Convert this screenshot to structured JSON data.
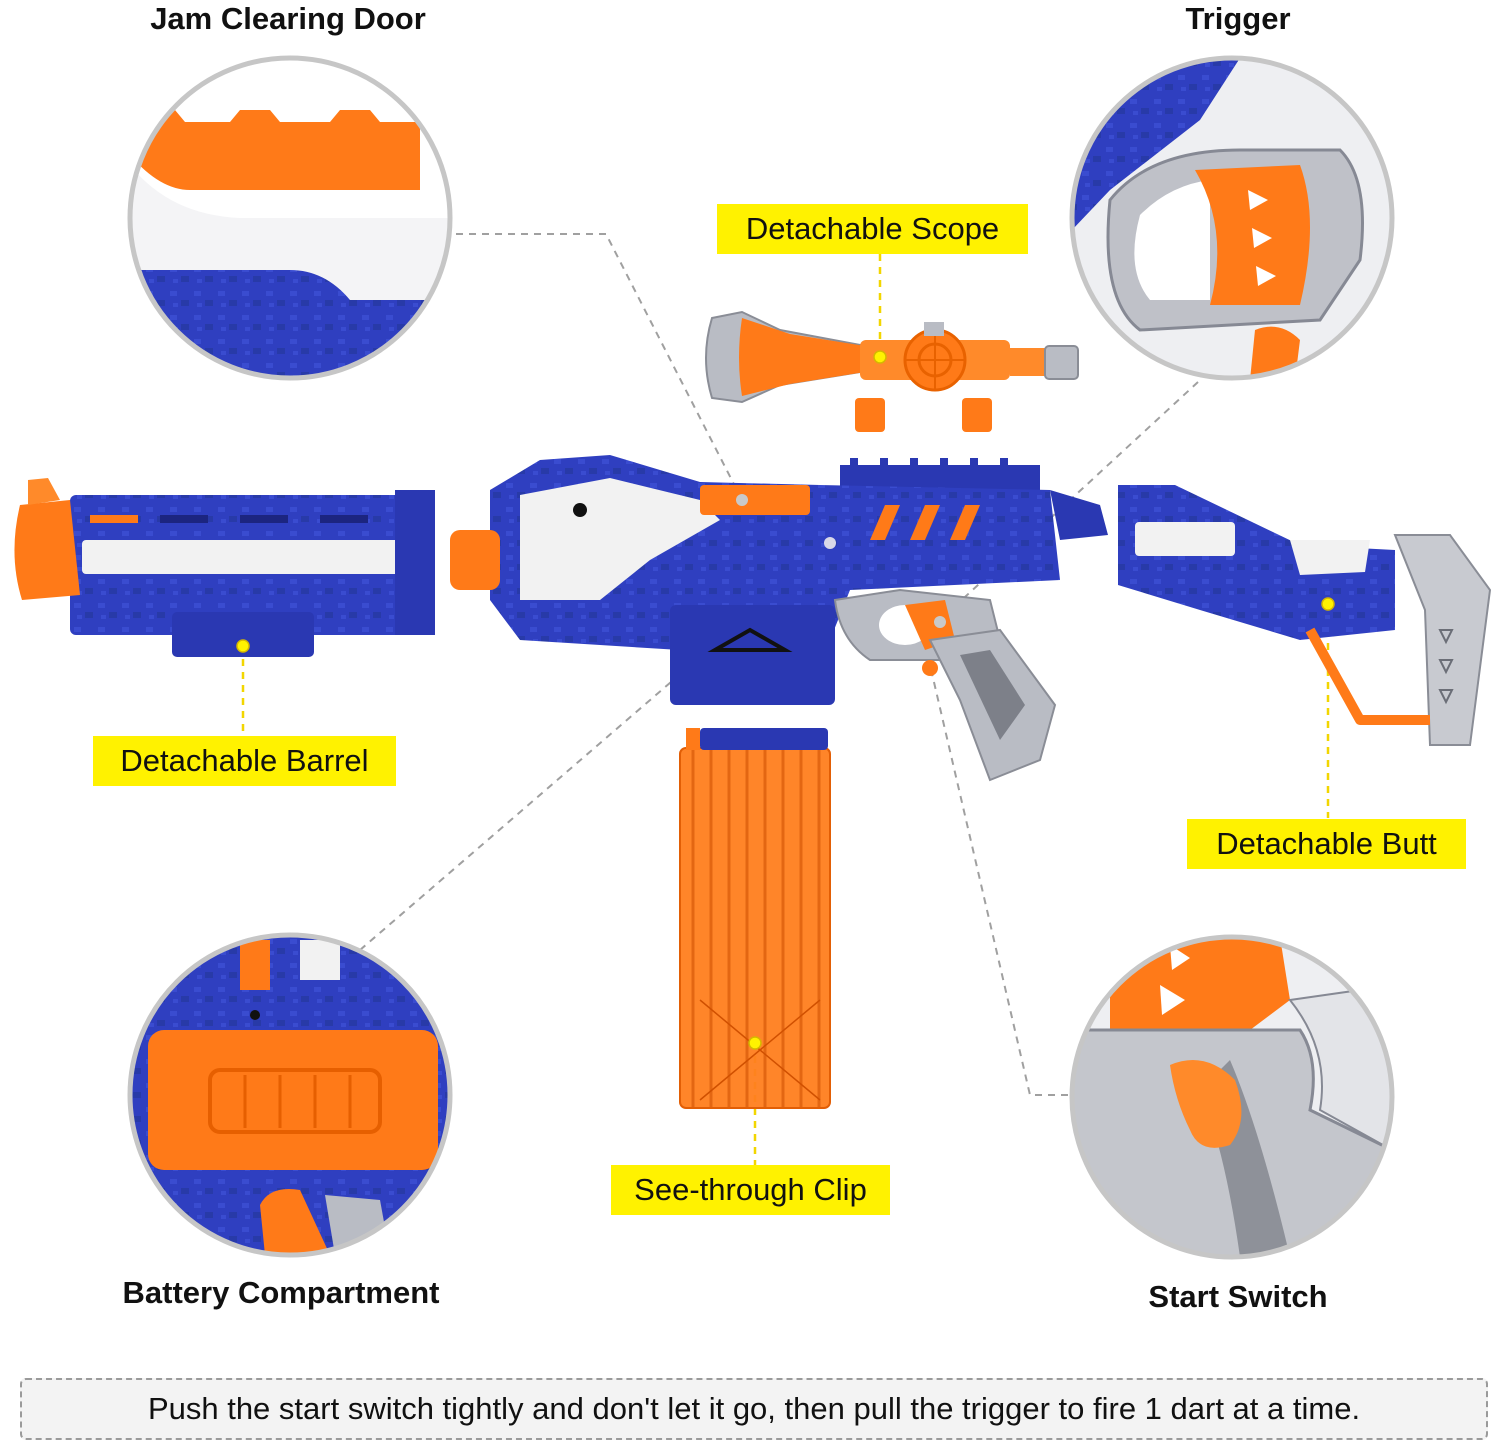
{
  "headings": {
    "jam_door": "Jam Clearing Door",
    "trigger": "Trigger",
    "battery": "Battery Compartment",
    "start_switch": "Start Switch"
  },
  "tags": {
    "scope": "Detachable Scope",
    "barrel": "Detachable Barrel",
    "butt": "Detachable Butt",
    "clip": "See-through Clip"
  },
  "note": "Push the start switch tightly and don't let it go, then pull the trigger to fire 1 dart at a time.",
  "colors": {
    "blue": "#2f3fc0",
    "orange": "#ff7a18",
    "silver": "#b9bcc4",
    "white": "#f2f2f2",
    "tag_yellow": "#fff200",
    "leader": "#a0a0a0"
  }
}
